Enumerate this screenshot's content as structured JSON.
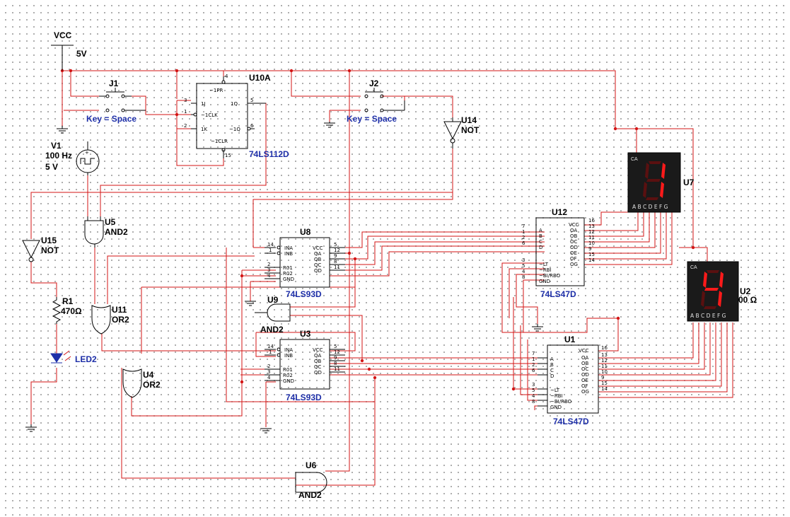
{
  "power": {
    "net": "VCC",
    "voltage": "5V"
  },
  "switches": [
    {
      "ref": "J1",
      "key": "Key = Space"
    },
    {
      "ref": "J2",
      "key": "Key = Space"
    }
  ],
  "source": {
    "ref": "V1",
    "freq": "100 Hz",
    "amp": "5 V"
  },
  "flipflop": {
    "ref": "U10A",
    "part": "74LS112D",
    "pins": {
      "pr": "~1PR",
      "j": "1J",
      "clk": "~1CLK",
      "k": "1K",
      "clr": "~1CLR",
      "q": "1Q",
      "qn": "~1Q"
    },
    "pin_nums": {
      "pr": "4",
      "j": "3",
      "clk": "1",
      "k": "2",
      "clr": "15",
      "q": "5",
      "qn": "6"
    }
  },
  "gates": [
    {
      "ref": "U14",
      "type": "NOT"
    },
    {
      "ref": "U15",
      "type": "NOT"
    },
    {
      "ref": "U5",
      "type": "AND2"
    },
    {
      "ref": "U11",
      "type": "OR2"
    },
    {
      "ref": "U4",
      "type": "OR2"
    },
    {
      "ref": "U9",
      "type": "AND2"
    },
    {
      "ref": "U6",
      "type": "AND2"
    }
  ],
  "resistor": {
    "ref": "R1",
    "value": "470Ω"
  },
  "led": {
    "ref": "LED2"
  },
  "counters": [
    {
      "ref": "U8",
      "part": "74LS93D"
    },
    {
      "ref": "U3",
      "part": "74LS93D"
    }
  ],
  "counter_pins": {
    "left": [
      "INA",
      "INB",
      "R01",
      "R02",
      "GND"
    ],
    "left_nums": [
      "14",
      "1",
      "2",
      "3",
      "4"
    ],
    "right": [
      "VCC",
      "QA",
      "QB",
      "QC",
      "QD"
    ],
    "right_nums": [
      "5",
      "12",
      "9",
      "8",
      "11"
    ]
  },
  "decoders": [
    {
      "ref": "U12",
      "part": "74LS47D"
    },
    {
      "ref": "U1",
      "part": "74LS47D"
    }
  ],
  "decoder_pins": {
    "left": [
      "A",
      "B",
      "C",
      "D",
      "~LT",
      "~RBI",
      "~BI/RBO",
      "GND"
    ],
    "left_nums": [
      "7",
      "1",
      "2",
      "6",
      "3",
      "5",
      "4",
      "8"
    ],
    "right": [
      "VCC",
      "OA",
      "OB",
      "OC",
      "OD",
      "OE",
      "OF",
      "OG"
    ],
    "right_nums": [
      "16",
      "13",
      "12",
      "11",
      "10",
      "9",
      "15",
      "14"
    ]
  },
  "displays": [
    {
      "ref": "U7",
      "type": "CA",
      "segments": "A B C D E F G",
      "digit": "1"
    },
    {
      "ref": "U2",
      "type": "CA",
      "segments": "A B C D E F G",
      "digit": "4",
      "extra": "00 Ω"
    }
  ],
  "colors": {
    "wire": "#d31515",
    "label_blue": "#1e2fa8",
    "display_bg": "#1a1a1a",
    "segment_on": "#ff1a1a",
    "segment_off": "#5a1010"
  }
}
